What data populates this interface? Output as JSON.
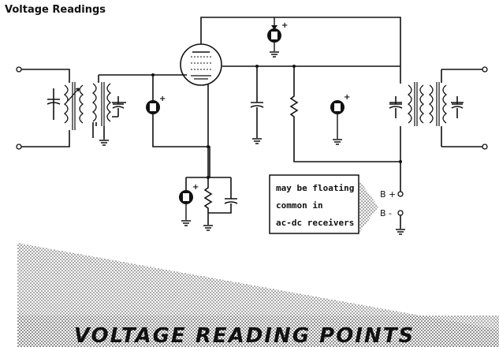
{
  "header": {
    "title": "Voltage Readings"
  },
  "note": {
    "lines": [
      "may be floating",
      "common in",
      "ac-dc receivers"
    ]
  },
  "terminals": {
    "b_plus": "B +",
    "b_minus": "B -"
  },
  "meter": {
    "symbol": "E",
    "polarity": "+"
  },
  "banner": {
    "title": "VOLTAGE READING POINTS"
  }
}
